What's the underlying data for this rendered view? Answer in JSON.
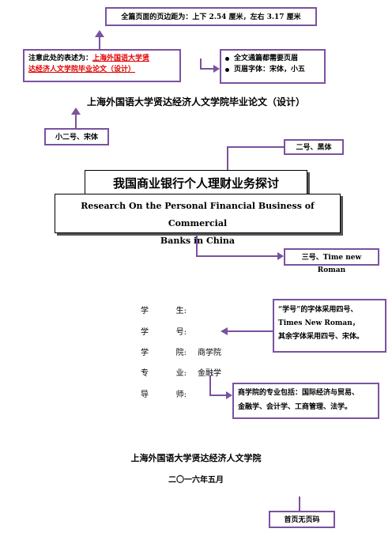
{
  "notes": {
    "margin": "全篇页面的页边距为：上下 2.54 厘米，左右 3.17 厘米",
    "attention_prefix": "注意此处的表述为：",
    "attention_red": "上海外国语大学贤达经济人文学院毕业论文（设计）",
    "attention_red_1": "上海外国语大学贤",
    "attention_red_2": "达经济人文学院毕业论文（设计）",
    "header_bullets": [
      "全文通篇都需要页眉",
      "页眉字体：宋体，小五"
    ],
    "font_small2": "小二号、宋体",
    "font_hei2": "二号、黑体",
    "font_en3": "三号、Time new Roman",
    "student_id_note": [
      "“学号”的字体采用四号、",
      "Times New Roman，",
      "其余字体采用四号、宋体。"
    ],
    "majors_note": [
      "商学院的专业包括：国际经济与贸易、",
      "金融学、会计学、工商管理、法学。"
    ],
    "no_page_number": "首页无页码"
  },
  "header_title": "上海外国语大学贤达经济人文学院毕业论文（设计）",
  "thesis": {
    "title_cn": "我国商业银行个人理财业务探讨",
    "title_en_line1": "Research On the Personal Financial Business of Commercial",
    "title_en_line2": "Banks in China"
  },
  "info": [
    {
      "label_a": "学",
      "label_b": "生:",
      "value": ""
    },
    {
      "label_a": "学",
      "label_b": "号:",
      "value": ""
    },
    {
      "label_a": "学",
      "label_b": "院:",
      "value": "商学院"
    },
    {
      "label_a": "专",
      "label_b": "业:",
      "value": "金融学"
    },
    {
      "label_a": "导",
      "label_b": "师:",
      "value": ""
    }
  ],
  "footer": {
    "school": "上海外国语大学贤达经济人文学院",
    "date": "二〇一六年五月"
  }
}
